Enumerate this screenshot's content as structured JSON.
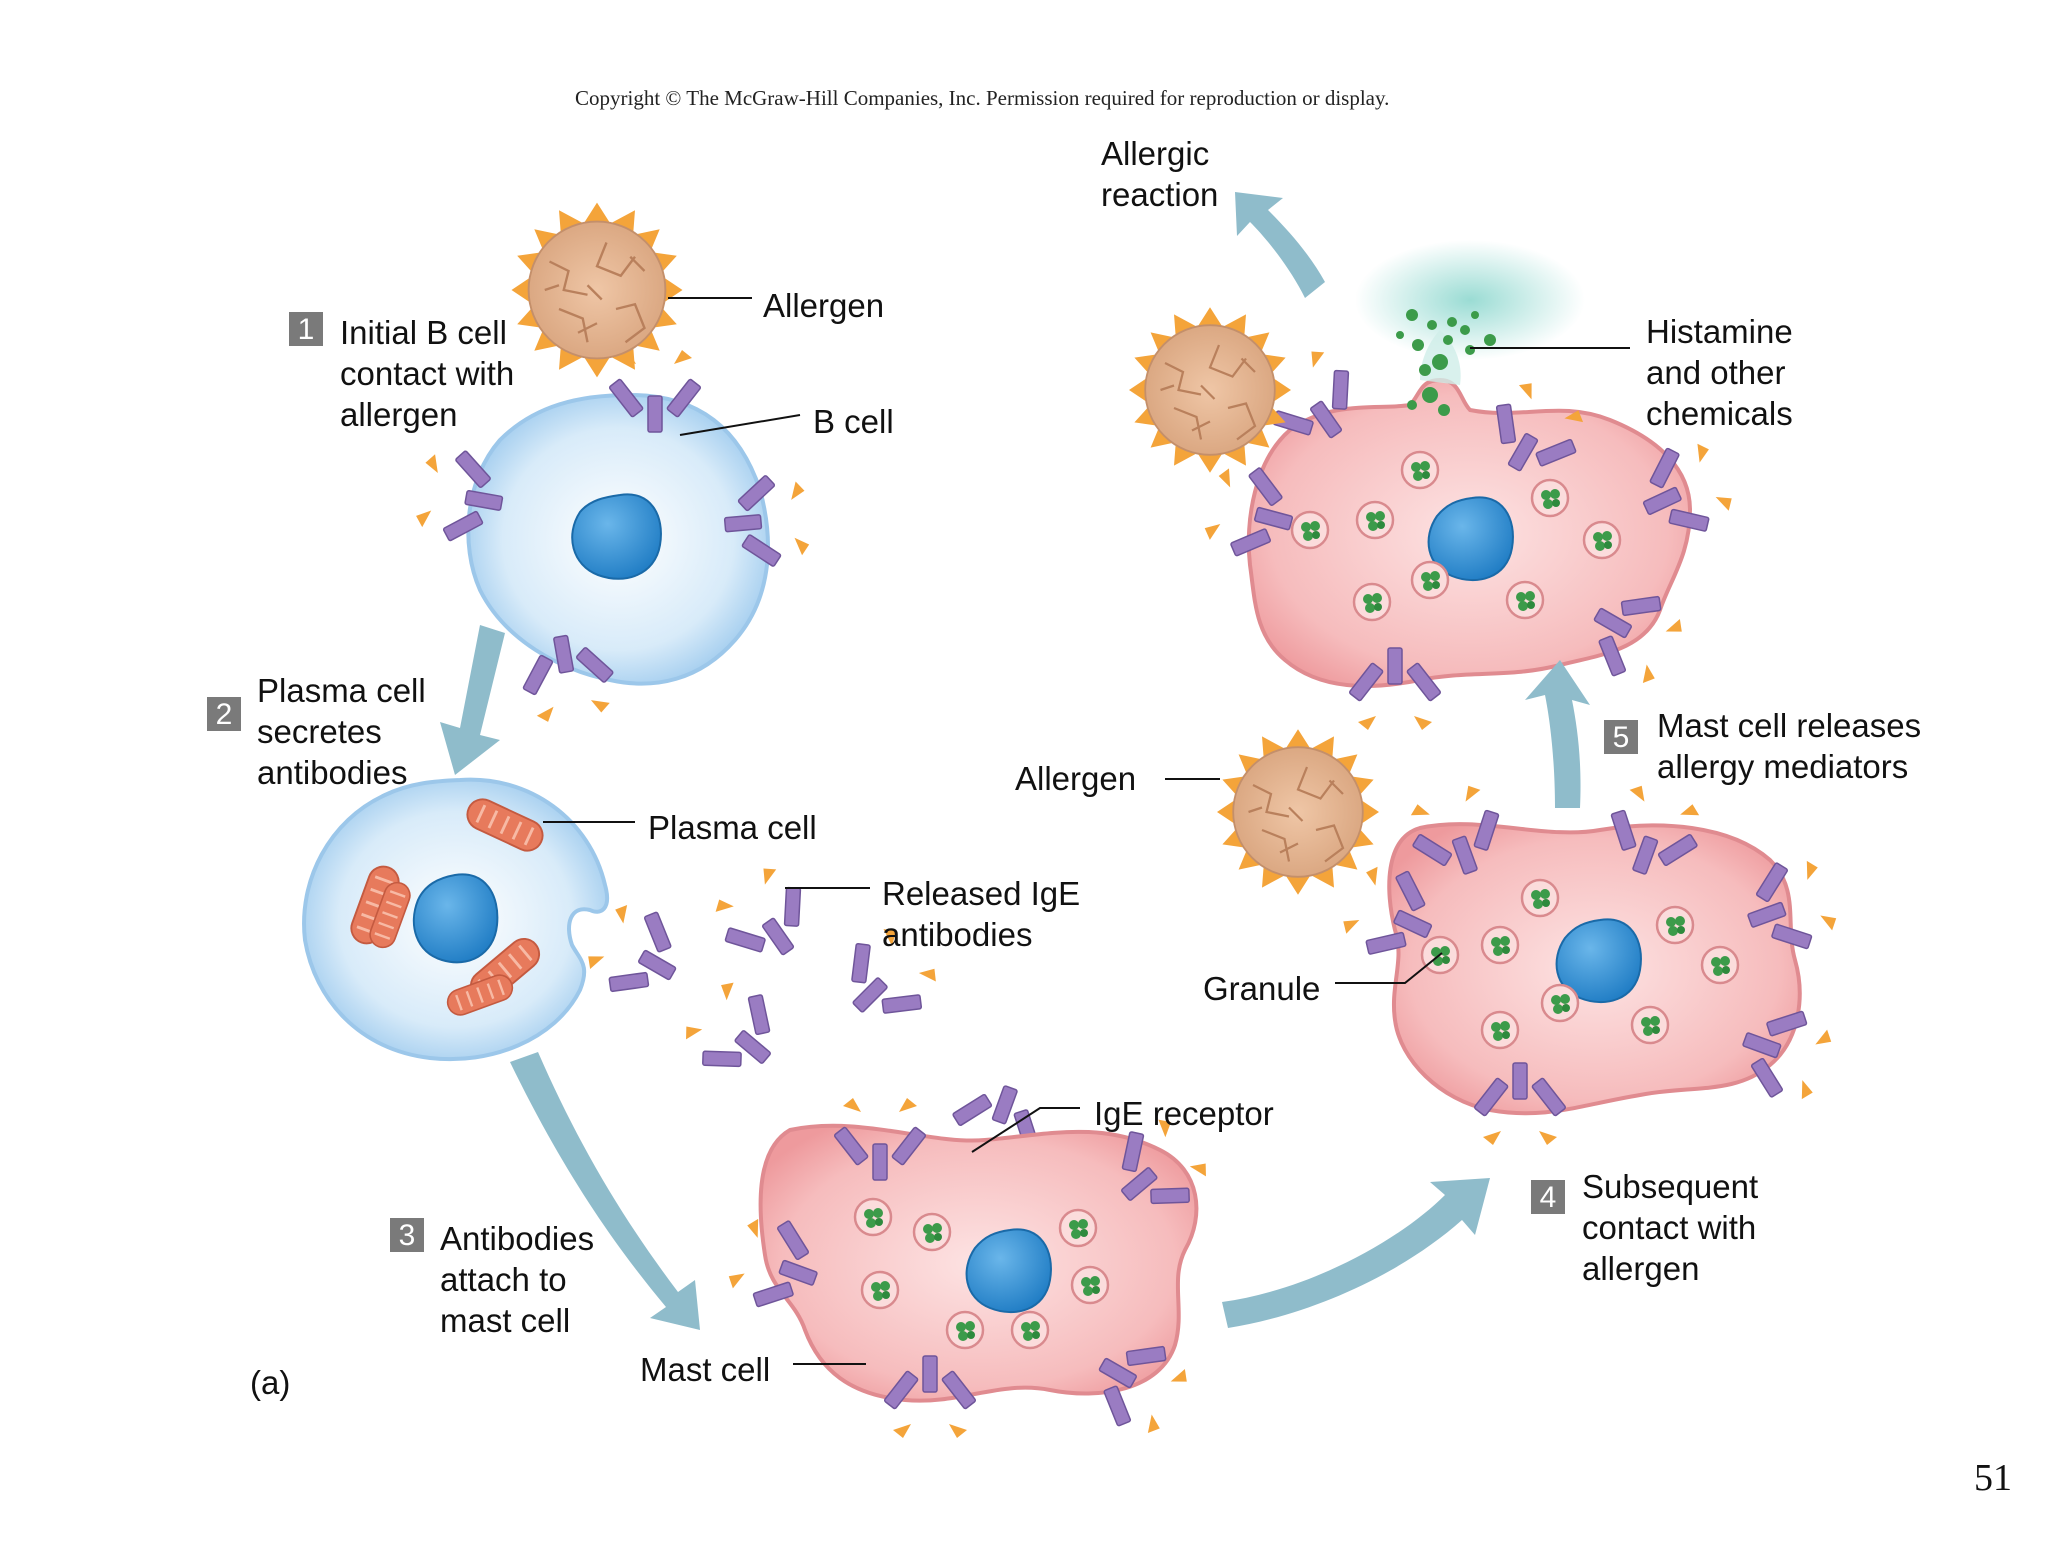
{
  "copyright": "Copyright © The McGraw-Hill Companies, Inc. Permission required for reproduction or display.",
  "page_number": "51",
  "panel_label": "(a)",
  "steps": {
    "s1": {
      "num": "1",
      "text": "Initial B cell\ncontact with\nallergen"
    },
    "s2": {
      "num": "2",
      "text": "Plasma cell\nsecretes\nantibodies"
    },
    "s3": {
      "num": "3",
      "text": "Antibodies\nattach to\nmast cell"
    },
    "s4": {
      "num": "4",
      "text": "Subsequent\ncontact with\nallergen"
    },
    "s5": {
      "num": "5",
      "text": "Mast cell releases\nallergy mediators"
    }
  },
  "labels": {
    "allergen_top": "Allergen",
    "b_cell": "B cell",
    "plasma_cell": "Plasma cell",
    "released_ige": "Released IgE\nantibodies",
    "ige_receptor": "IgE receptor",
    "mast_cell": "Mast cell",
    "allergen_mid": "Allergen",
    "granule": "Granule",
    "histamine": "Histamine\nand other\nchemicals",
    "allergic_reaction": "Allergic\nreaction"
  },
  "colors": {
    "b_cell": "#cfe5f7",
    "nucleus": "#3d97d6",
    "mast_cell": "#f4b6b8",
    "antibody": "#9a7cc2",
    "antibody_tip": "#f4a43a",
    "allergen": "#e6b795",
    "granule": "#3c9b4a",
    "mitochondria": "#e77a5c",
    "arrow": "#8fbccb",
    "step_box": "#7a7a7a"
  },
  "icons": [
    "antibody-icon",
    "allergen-icon",
    "granule-icon",
    "mitochondria-icon",
    "process-arrow-icon"
  ]
}
